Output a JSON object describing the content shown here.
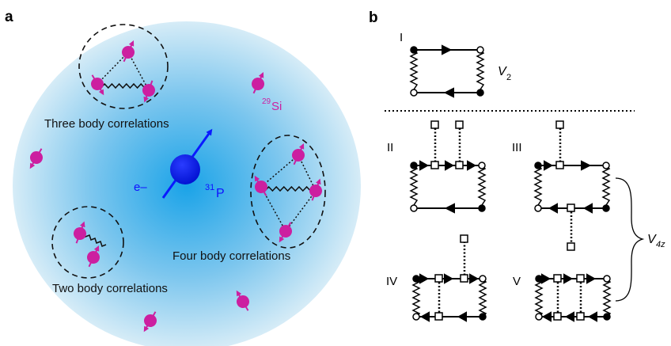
{
  "panel_a": {
    "label": "a",
    "electron_label": "e–",
    "phosphorus_mass": "31",
    "phosphorus_symbol": "P",
    "silicon_mass": "29",
    "silicon_symbol": "Si",
    "three_body": "Three body correlations",
    "two_body": "Two body correlations",
    "four_body": "Four body correlations",
    "colors": {
      "nucleus": "#cc1fa0",
      "electron": "#0a1aff",
      "cloud_center": "#1aa3e8",
      "cloud_edge": "#d6ecf7"
    }
  },
  "panel_b": {
    "label": "b",
    "row_I": "I",
    "v2_symbol": "V",
    "v2_sub": "2",
    "row_II": "II",
    "row_III": "III",
    "row_IV": "IV",
    "row_V": "V",
    "v4_symbol": "V",
    "v4_sub": "4z"
  }
}
